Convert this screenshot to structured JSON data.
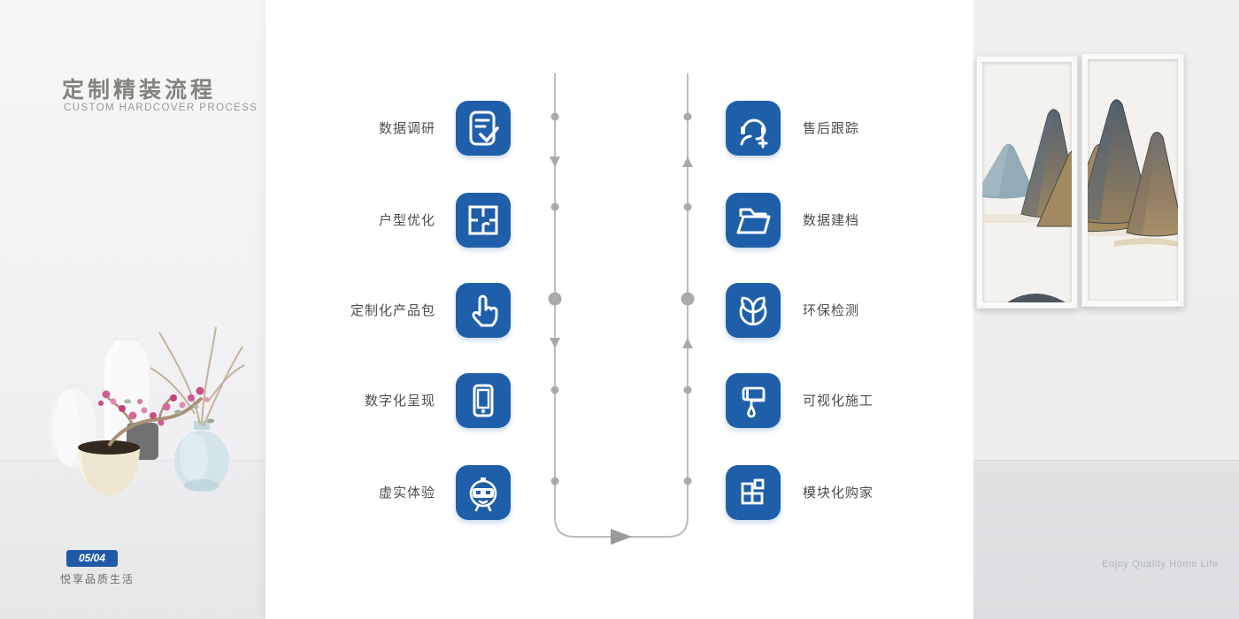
{
  "left_panel": {
    "title": "定制精装流程",
    "subtitle": "CUSTOM HARDCOVER PROCESS",
    "page_badge": "05/04",
    "tagline": "悦享品质生活"
  },
  "flow": {
    "left_steps": [
      {
        "label": "数据调研",
        "icon": "document-check"
      },
      {
        "label": "户型优化",
        "icon": "floor-plan"
      },
      {
        "label": "定制化产品包",
        "icon": "hand-pointer"
      },
      {
        "label": "数字化呈现",
        "icon": "smartphone"
      },
      {
        "label": "虚实体验",
        "icon": "vr-headset"
      }
    ],
    "right_steps": [
      {
        "label": "售后跟踪",
        "icon": "support-agent-plus"
      },
      {
        "label": "数据建档",
        "icon": "folder"
      },
      {
        "label": "环保检测",
        "icon": "eco-leaves"
      },
      {
        "label": "可视化施工",
        "icon": "paint-roller"
      },
      {
        "label": "模块化购家",
        "icon": "modular-blocks"
      }
    ]
  },
  "right_panel": {
    "caption": "Enjoy Quality Home Life"
  },
  "colors": {
    "icon_blue": "#1f5fa9",
    "badge_blue": "#2059a8",
    "line_gray": "#bcbcbc",
    "dot_gray": "#a9a9a9",
    "label_gray": "#4d4d4d",
    "title_gray": "#84847d"
  }
}
